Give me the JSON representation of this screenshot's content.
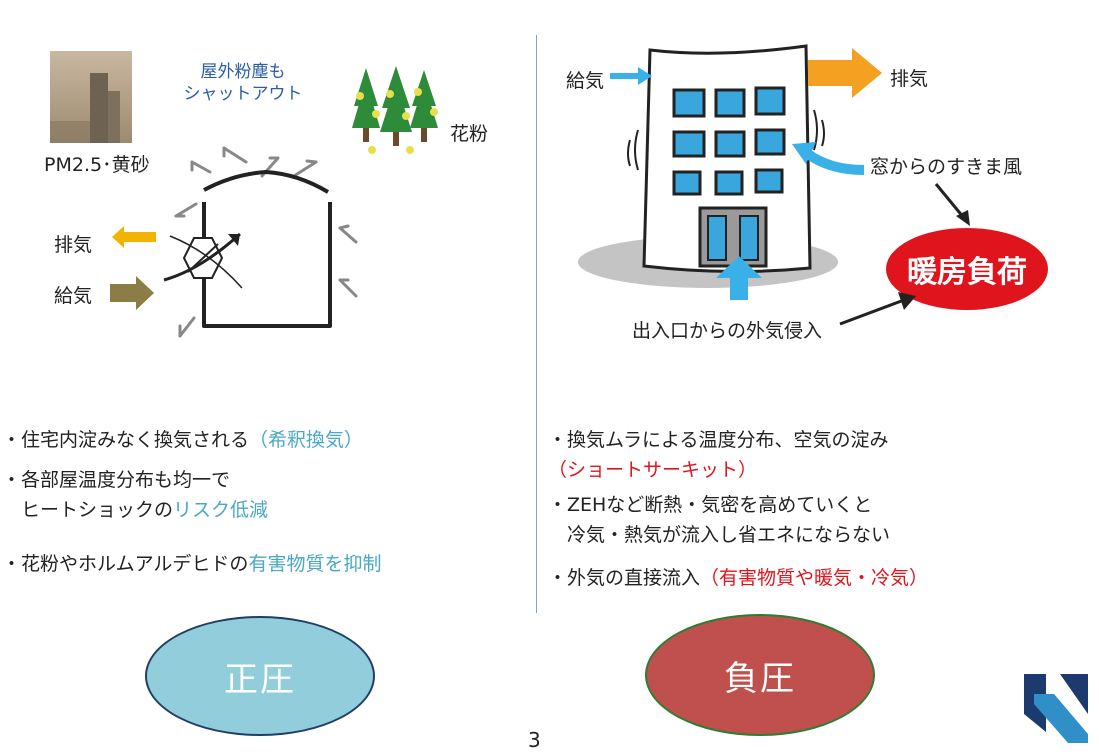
{
  "left": {
    "outdoor_dust": [
      "屋外粉塵も",
      "シャットアウト"
    ],
    "pm": "PM2.5･黄砂",
    "pollen": "花粉",
    "exhaust": "排気",
    "supply": "給気",
    "bullets": [
      {
        "lines": [
          "・住宅内淀みなく換気される"
        ],
        "accent": "（希釈換気）"
      },
      {
        "lines": [
          "・各部屋温度分布も均一で",
          "　ヒートショックの"
        ],
        "accent": "リスク低減"
      },
      {
        "lines": [
          "・花粉やホルムアルデヒドの"
        ],
        "accent": "有害物質を抑制"
      }
    ],
    "oval_label": "正圧",
    "oval_color": "#92cddc"
  },
  "right": {
    "supply": "給気",
    "exhaust": "排気",
    "window_draft": "窓からのすきま風",
    "heating_load": "暖房負荷",
    "entrance_air": "出入口からの外気侵入",
    "bullets": [
      {
        "line1": "・換気ムラによる温度分布、空気の淀み",
        "line2_accent": "（ショートサーキット）"
      },
      {
        "line1": "・ZEHなど断熱・気密を高めていくと",
        "line2": "　冷気・熱気が流入し省エネにならない"
      },
      {
        "line1": "・外気の直接流入",
        "line1_accent": "（有害物質や暖気・冷気）"
      }
    ],
    "oval_label": "負圧",
    "oval_color": "#c0504d"
  },
  "page_number": "3",
  "colors": {
    "exhaust": "#f2b400",
    "supply": "#8b7d45",
    "sky": "#3ab0e8",
    "logo_dark": "#1c3a6e",
    "logo_light": "#2f8fc6"
  }
}
